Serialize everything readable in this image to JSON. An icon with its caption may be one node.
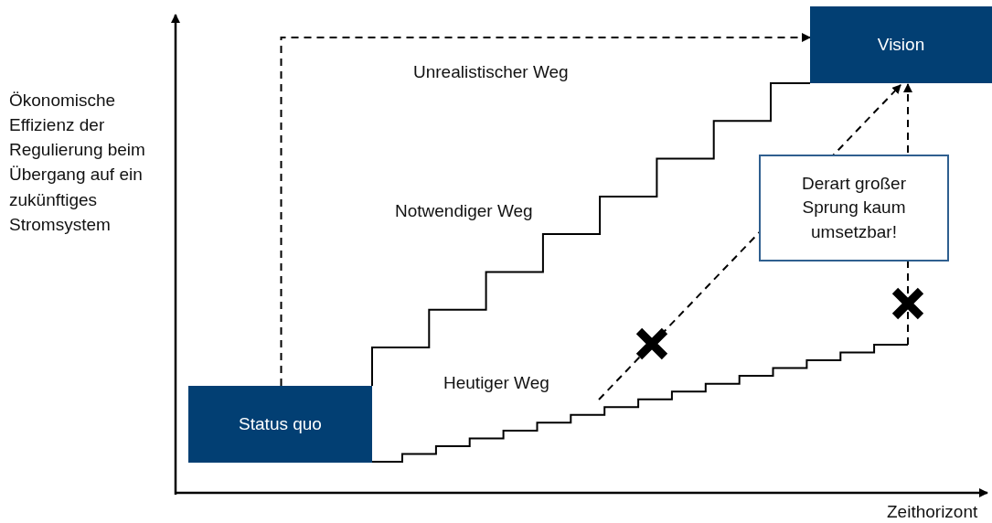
{
  "diagram": {
    "nodes": [
      {
        "text": [
          "Status quo"
        ]
      },
      {
        "text": [
          "Vision"
        ]
      },
      {
        "text": [
          "Derart großer Sprung kaum umsetzbar!"
        ]
      }
    ],
    "edges": [
      {
        "from": 0,
        "to": 1,
        "arrow": "to",
        "style": "dashed",
        "label": "Unrealistischer Weg"
      },
      {
        "from": 0,
        "to": 1,
        "arrow": "none",
        "label": "Notwendiger Weg"
      },
      {
        "from": 0,
        "to": null,
        "arrow": "none",
        "label": "Heutiger Weg"
      },
      {
        "from": null,
        "to": 1,
        "arrow": "to",
        "style": "dashed"
      },
      {
        "from": null,
        "to": 1,
        "arrow": "to",
        "style": "dashed"
      }
    ],
    "labels": [
      "Ökonomische Effizienz der Regulierung beim Übergang auf ein zukünftiges Stromsystem",
      "Zeithorizont"
    ]
  }
}
